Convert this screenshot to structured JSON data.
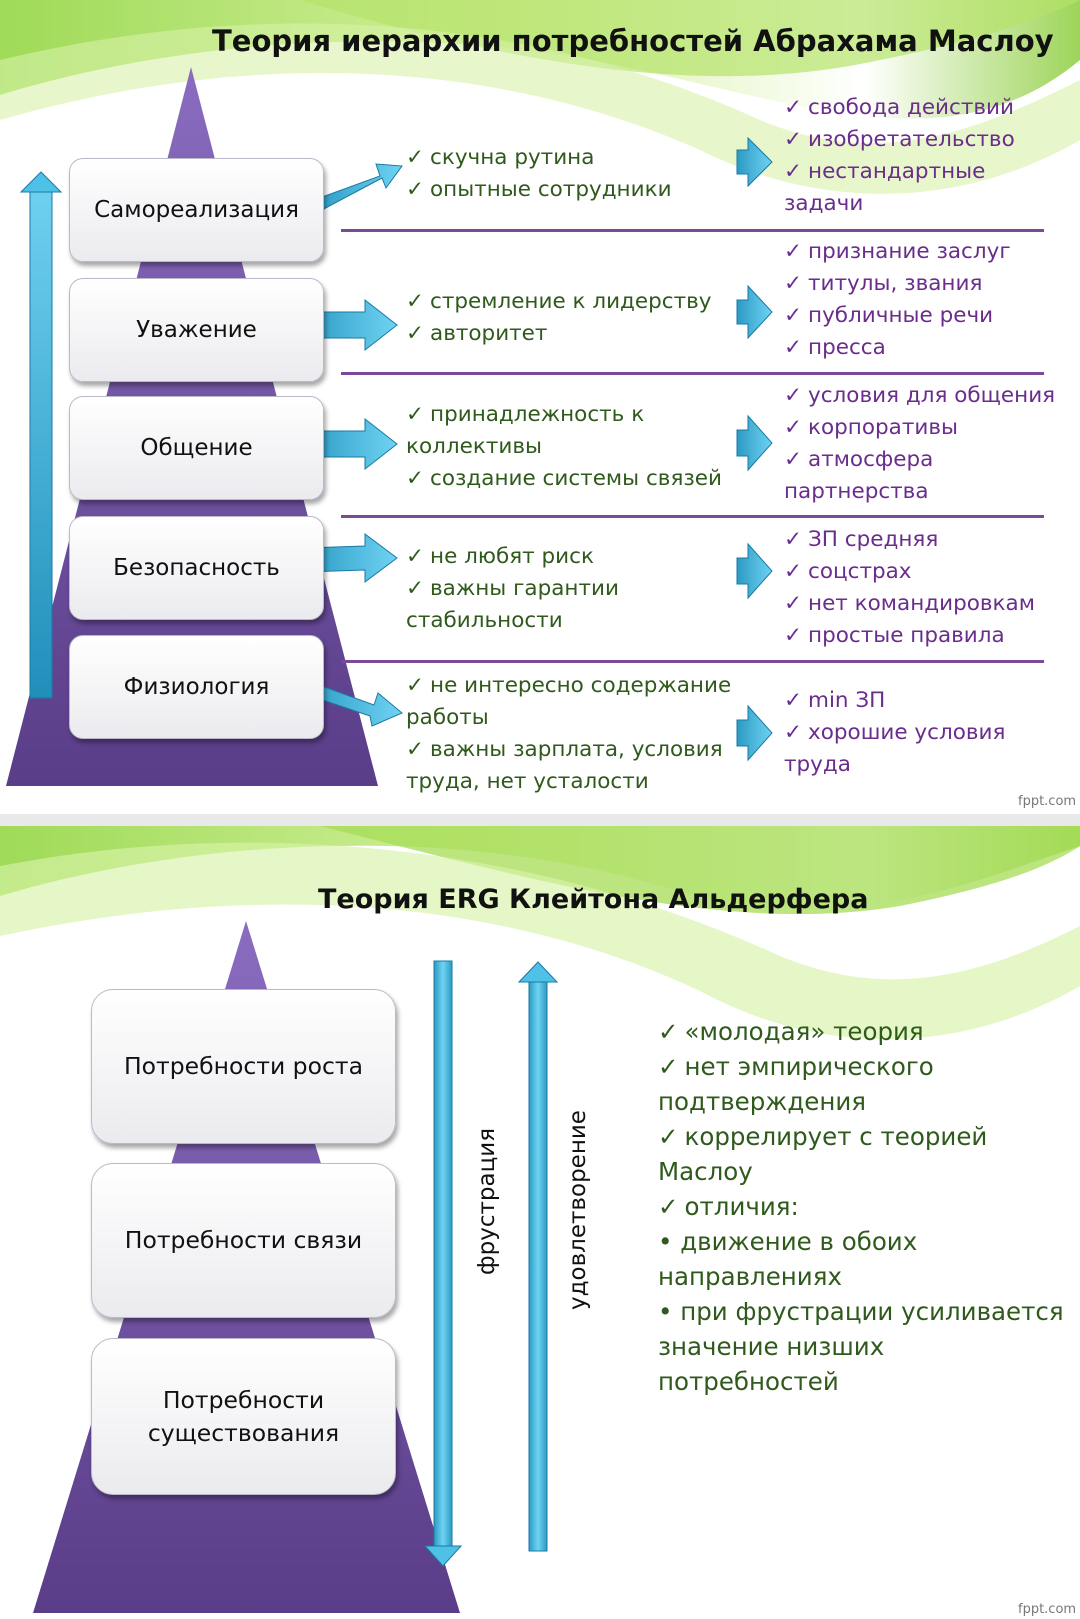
{
  "slide1": {
    "title": "Теория иерархии потребностей Абрахама Маслоу",
    "watermark": "fppt.com",
    "levels": [
      {
        "label": "Самореализация",
        "traits": [
          "скучна рутина",
          "опытные сотрудники"
        ],
        "motivators": [
          "свобода действий",
          "изобретательство",
          "нестандартные",
          "задачи"
        ]
      },
      {
        "label": "Уважение",
        "traits": [
          "стремление к лидерству",
          "авторитет"
        ],
        "motivators": [
          "признание заслуг",
          "титулы, звания",
          "публичные речи",
          "пресса"
        ]
      },
      {
        "label": "Общение",
        "traits": [
          "принадлежность к",
          "коллективы",
          "создание системы связей"
        ],
        "motivators": [
          "условия для общения",
          "корпоративы",
          "атмосфера",
          "партнерства"
        ]
      },
      {
        "label": "Безопасность",
        "traits": [
          "не любят риск",
          "важны гарантии",
          "стабильности"
        ],
        "motivators": [
          "ЗП средняя",
          "соцстрах",
          "нет командировкам",
          "простые правила"
        ]
      },
      {
        "label": "Физиология",
        "traits": [
          "не интересно содержание",
          "работы",
          "важны зарплата, условия",
          "труда, нет усталости"
        ],
        "motivators": [
          "min ЗП",
          "хорошие условия",
          "труда"
        ]
      }
    ]
  },
  "slide2": {
    "title": "Теория ERG Клейтона Альдерфера",
    "watermark": "fppt.com",
    "levels": [
      "Потребности роста",
      "Потребности связи",
      "Потребности существования"
    ],
    "arrow_down_label": "фрустрация",
    "arrow_up_label": "удовлетворение",
    "points": [
      "«молодая» теория",
      "нет эмпирического",
      "подтверждения",
      "коррелирует с теорией",
      "Маслоу",
      "отличия:",
      "• движение в обоих",
      "направлениях",
      "• при фрустрации усиливается",
      "значение низших",
      "потребностей"
    ]
  },
  "colors": {
    "pyramid_purple": "#6a4a98",
    "arrow_blue": "#3fb4dc",
    "trait_green": "#2f5a1c",
    "motivator_purple": "#6a2d8c",
    "wave_green": "#7ec636"
  },
  "icons": [
    "checkmark-icon",
    "block-arrow-right-icon",
    "vertical-arrow-up-icon",
    "vertical-arrow-down-icon"
  ]
}
